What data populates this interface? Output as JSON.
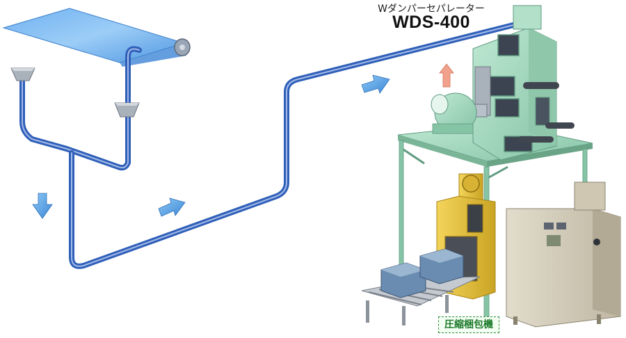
{
  "header": {
    "subtitle": "Wダンパーセパレーター",
    "model": "WDS-400"
  },
  "labels": {
    "press_machine": "圧縮梱包機"
  },
  "colors": {
    "pipe": "#2f5fb8",
    "pipe_highlight": "#d8e4ff",
    "arrow_blue": "#5aa6e6",
    "arrow_pink": "#f2a28c",
    "machine_green": "#a8dcc2",
    "cabinet_beige": "#d6cfbd",
    "press_yellow": "#e8c43c",
    "label_green": "#1d7a2a"
  },
  "icons": {
    "flow_arrow": "flow-arrow-icon",
    "exhaust_arrow": "exhaust-arrow-icon"
  }
}
